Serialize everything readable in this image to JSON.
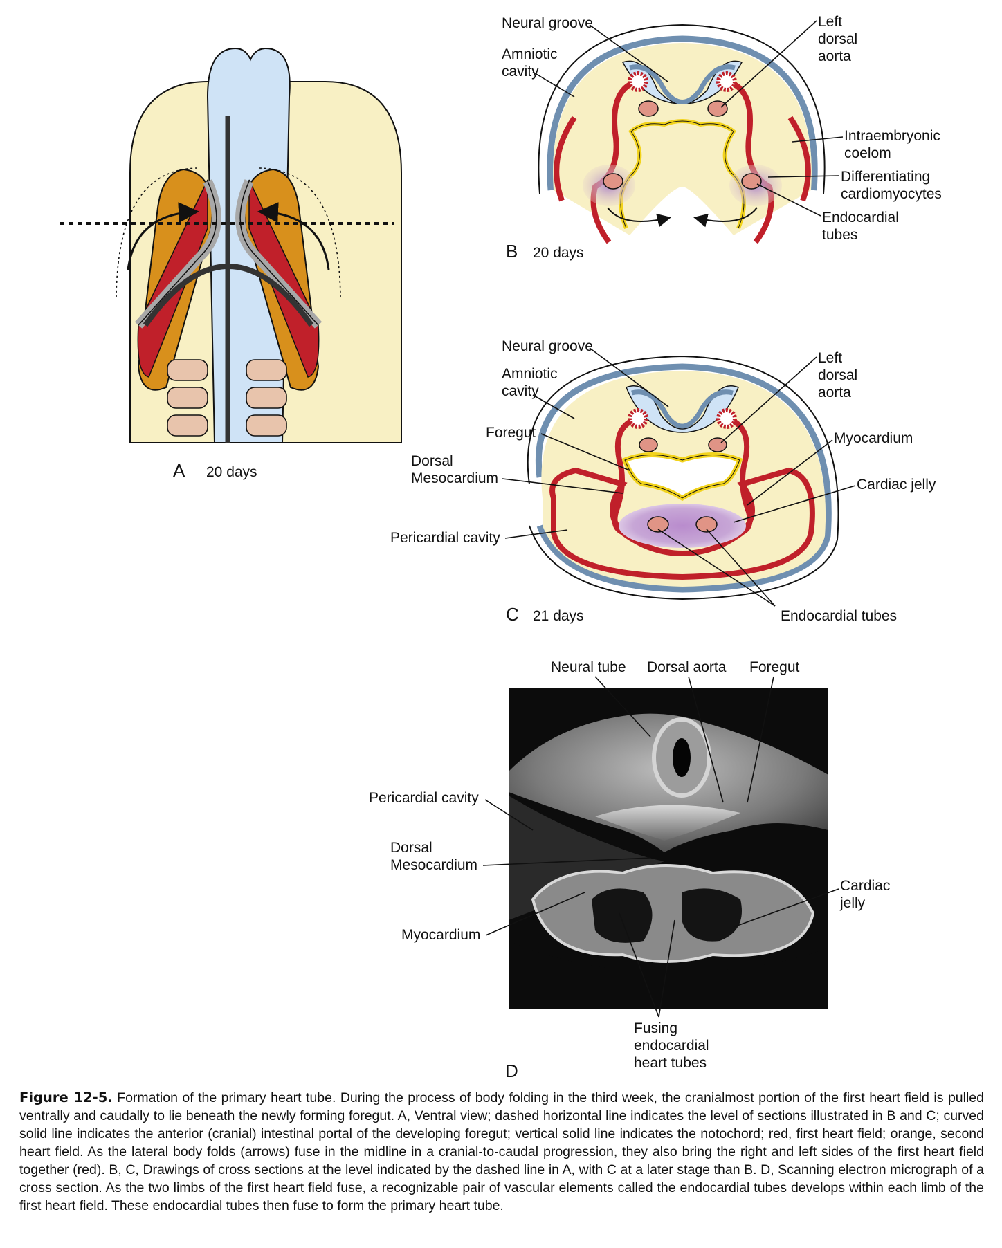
{
  "panels": {
    "A": {
      "letter": "A",
      "stage": "20 days"
    },
    "B": {
      "letter": "B",
      "stage": "20 days",
      "labels": {
        "neural_groove": "Neural groove",
        "amniotic_cavity": [
          "Amniotic",
          "cavity"
        ],
        "left_dorsal_aorta": [
          "Left",
          "dorsal",
          "aorta"
        ],
        "intraembryonic_coelom": [
          "Intraembryonic",
          "coelom"
        ],
        "differentiating_cardiomyocytes": [
          "Differentiating",
          "cardiomyocytes"
        ],
        "endocardial_tubes": [
          "Endocardial",
          "tubes"
        ]
      }
    },
    "C": {
      "letter": "C",
      "stage": "21 days",
      "labels": {
        "neural_groove": "Neural groove",
        "amniotic_cavity": [
          "Amniotic",
          "cavity"
        ],
        "left_dorsal_aorta": [
          "Left",
          "dorsal",
          "aorta"
        ],
        "foregut": "Foregut",
        "dorsal_mesocardium": [
          "Dorsal",
          "Mesocardium"
        ],
        "myocardium": "Myocardium",
        "cardiac_jelly": "Cardiac jelly",
        "pericardial_cavity": "Pericardial cavity",
        "endocardial_tubes": "Endocardial tubes"
      }
    },
    "D": {
      "letter": "D",
      "labels": {
        "neural_tube": "Neural tube",
        "dorsal_aorta": "Dorsal aorta",
        "foregut": "Foregut",
        "pericardial_cavity": "Pericardial cavity",
        "dorsal_mesocardium": [
          "Dorsal",
          "Mesocardium"
        ],
        "myocardium": "Myocardium",
        "cardiac_jelly": [
          "Cardiac",
          "jelly"
        ],
        "fusing_endocardial_heart_tubes": [
          "Fusing",
          "endocardial",
          "heart tubes"
        ]
      }
    }
  },
  "caption": {
    "label": "Figure 12-5.",
    "text": "Formation of the primary heart tube. During the process of body folding in the third week, the cranialmost portion of the first heart field is pulled ventrally and caudally to lie beneath the newly forming foregut. A, Ventral view; dashed horizontal line indicates the level of sections illustrated in B and C; curved solid line indicates the anterior (cranial) intestinal portal of the developing foregut; vertical solid line indicates the notochord; red, first heart field; orange, second heart field. As the lateral body folds (arrows) fuse in the midline in a cranial-to-caudal progression, they also bring the right and left sides of the first heart field together (red). B, C, Drawings of cross sections at the level indicated by the dashed line in A, with C at a later stage than B. D, Scanning electron micrograph of a cross section. As the two limbs of the first heart field fuse, a recognizable pair of vascular elements called the endocardial tubes develops within each limb of the first heart field. These endocardial tubes then fuse to form the primary heart tube."
  },
  "colors": {
    "embryo_body": "#f8f0c4",
    "neural_plate": "#cfe3f6",
    "first_heart_field": "#c0202a",
    "second_heart_field": "#d8901c",
    "somites": "#e8c4ac",
    "endoderm": "#f2d31c",
    "cardiac_jelly": "#c7a6d6",
    "endocardial_tube": "#e09486",
    "ectoderm_line": "#6f8fb0",
    "micrograph_bg": "#0c0c0c"
  }
}
